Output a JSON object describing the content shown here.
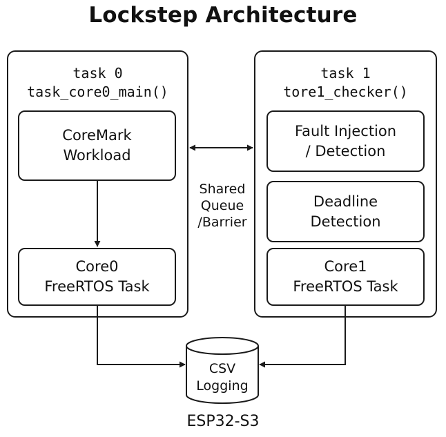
{
  "title": "Lockstep Architecture",
  "left_panel": {
    "task_label": "task 0",
    "function_name": "task_core0_main()",
    "workload_box": [
      "CoreMark",
      "Workload"
    ],
    "task_box": [
      "Core0",
      "FreeRTOS Task"
    ]
  },
  "right_panel": {
    "task_label": "task 1",
    "function_name": "tore1_checker()",
    "fault_box": [
      "Fault Injection",
      "/ Detection"
    ],
    "deadline_box": [
      "Deadline",
      "Detection"
    ],
    "task_box": [
      "Core1",
      "FreeRTOS Task"
    ]
  },
  "shared": [
    "Shared",
    "Queue",
    "/Barrier"
  ],
  "storage": [
    "CSV",
    "Logging"
  ],
  "chip": "ESP32-S3"
}
